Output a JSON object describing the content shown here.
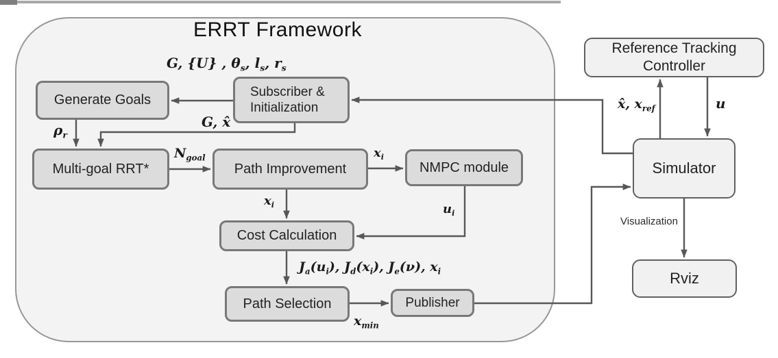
{
  "diagram": {
    "title": "ERRT Framework",
    "nodes": {
      "generate_goals": "Generate Goals",
      "subscriber_line1": "Subscriber &",
      "subscriber_line2": "Initialization",
      "multi_goal_rrt": "Multi-goal RRT*",
      "path_improvement": "Path Improvement",
      "nmpc": "NMPC module",
      "cost_calculation": "Cost Calculation",
      "path_selection": "Path Selection",
      "publisher": "Publisher",
      "rtc_line1": "Reference Tracking",
      "rtc_line2": "Controller",
      "simulator": "Simulator",
      "rviz": "Rviz"
    },
    "edge_labels": {
      "goal_inputs": [
        {
          "t": "G, {U} , θ"
        },
        {
          "t": "s",
          "sub": true
        },
        {
          "t": ", l"
        },
        {
          "t": "s",
          "sub": true
        },
        {
          "t": ", r"
        },
        {
          "t": "s",
          "sub": true
        }
      ],
      "rho_r": [
        {
          "t": "ρ"
        },
        {
          "t": "r",
          "sub": true
        }
      ],
      "g_xhat": [
        {
          "t": "G, x̂"
        }
      ],
      "n_goal": [
        {
          "t": "N"
        },
        {
          "t": "goal",
          "sub": true
        }
      ],
      "x_i_to_nmpc": [
        {
          "t": "x"
        },
        {
          "t": "i",
          "sub": true
        }
      ],
      "x_i_to_cost": [
        {
          "t": "x"
        },
        {
          "t": "i",
          "sub": true
        }
      ],
      "u_i": [
        {
          "t": "u"
        },
        {
          "t": "i",
          "sub": true
        }
      ],
      "cost_terms": [
        {
          "t": "J"
        },
        {
          "t": "a",
          "sub": true
        },
        {
          "t": "(u"
        },
        {
          "t": "i",
          "sub": true
        },
        {
          "t": "), J"
        },
        {
          "t": "d",
          "sub": true
        },
        {
          "t": "(x"
        },
        {
          "t": "i",
          "sub": true
        },
        {
          "t": "), J"
        },
        {
          "t": "e",
          "sub": true
        },
        {
          "t": "(ν), x"
        },
        {
          "t": "i",
          "sub": true
        }
      ],
      "x_min": [
        {
          "t": "x"
        },
        {
          "t": "min",
          "sub": true
        }
      ],
      "xhat_xref": [
        {
          "t": "x̂, x"
        },
        {
          "t": "ref",
          "sub": true
        }
      ],
      "u_ctrl": [
        {
          "t": "u"
        }
      ],
      "visualization": "Visualization"
    },
    "colors": {
      "inner_node_fill": "#dcdcdc",
      "inner_node_border": "#787878",
      "container_fill": "#f3f3f3",
      "container_border": "#979797",
      "outer_node_fill": "#f1f1f1",
      "outer_node_border": "#606060",
      "edge": "#575757",
      "text": "#1b1b1b"
    }
  }
}
